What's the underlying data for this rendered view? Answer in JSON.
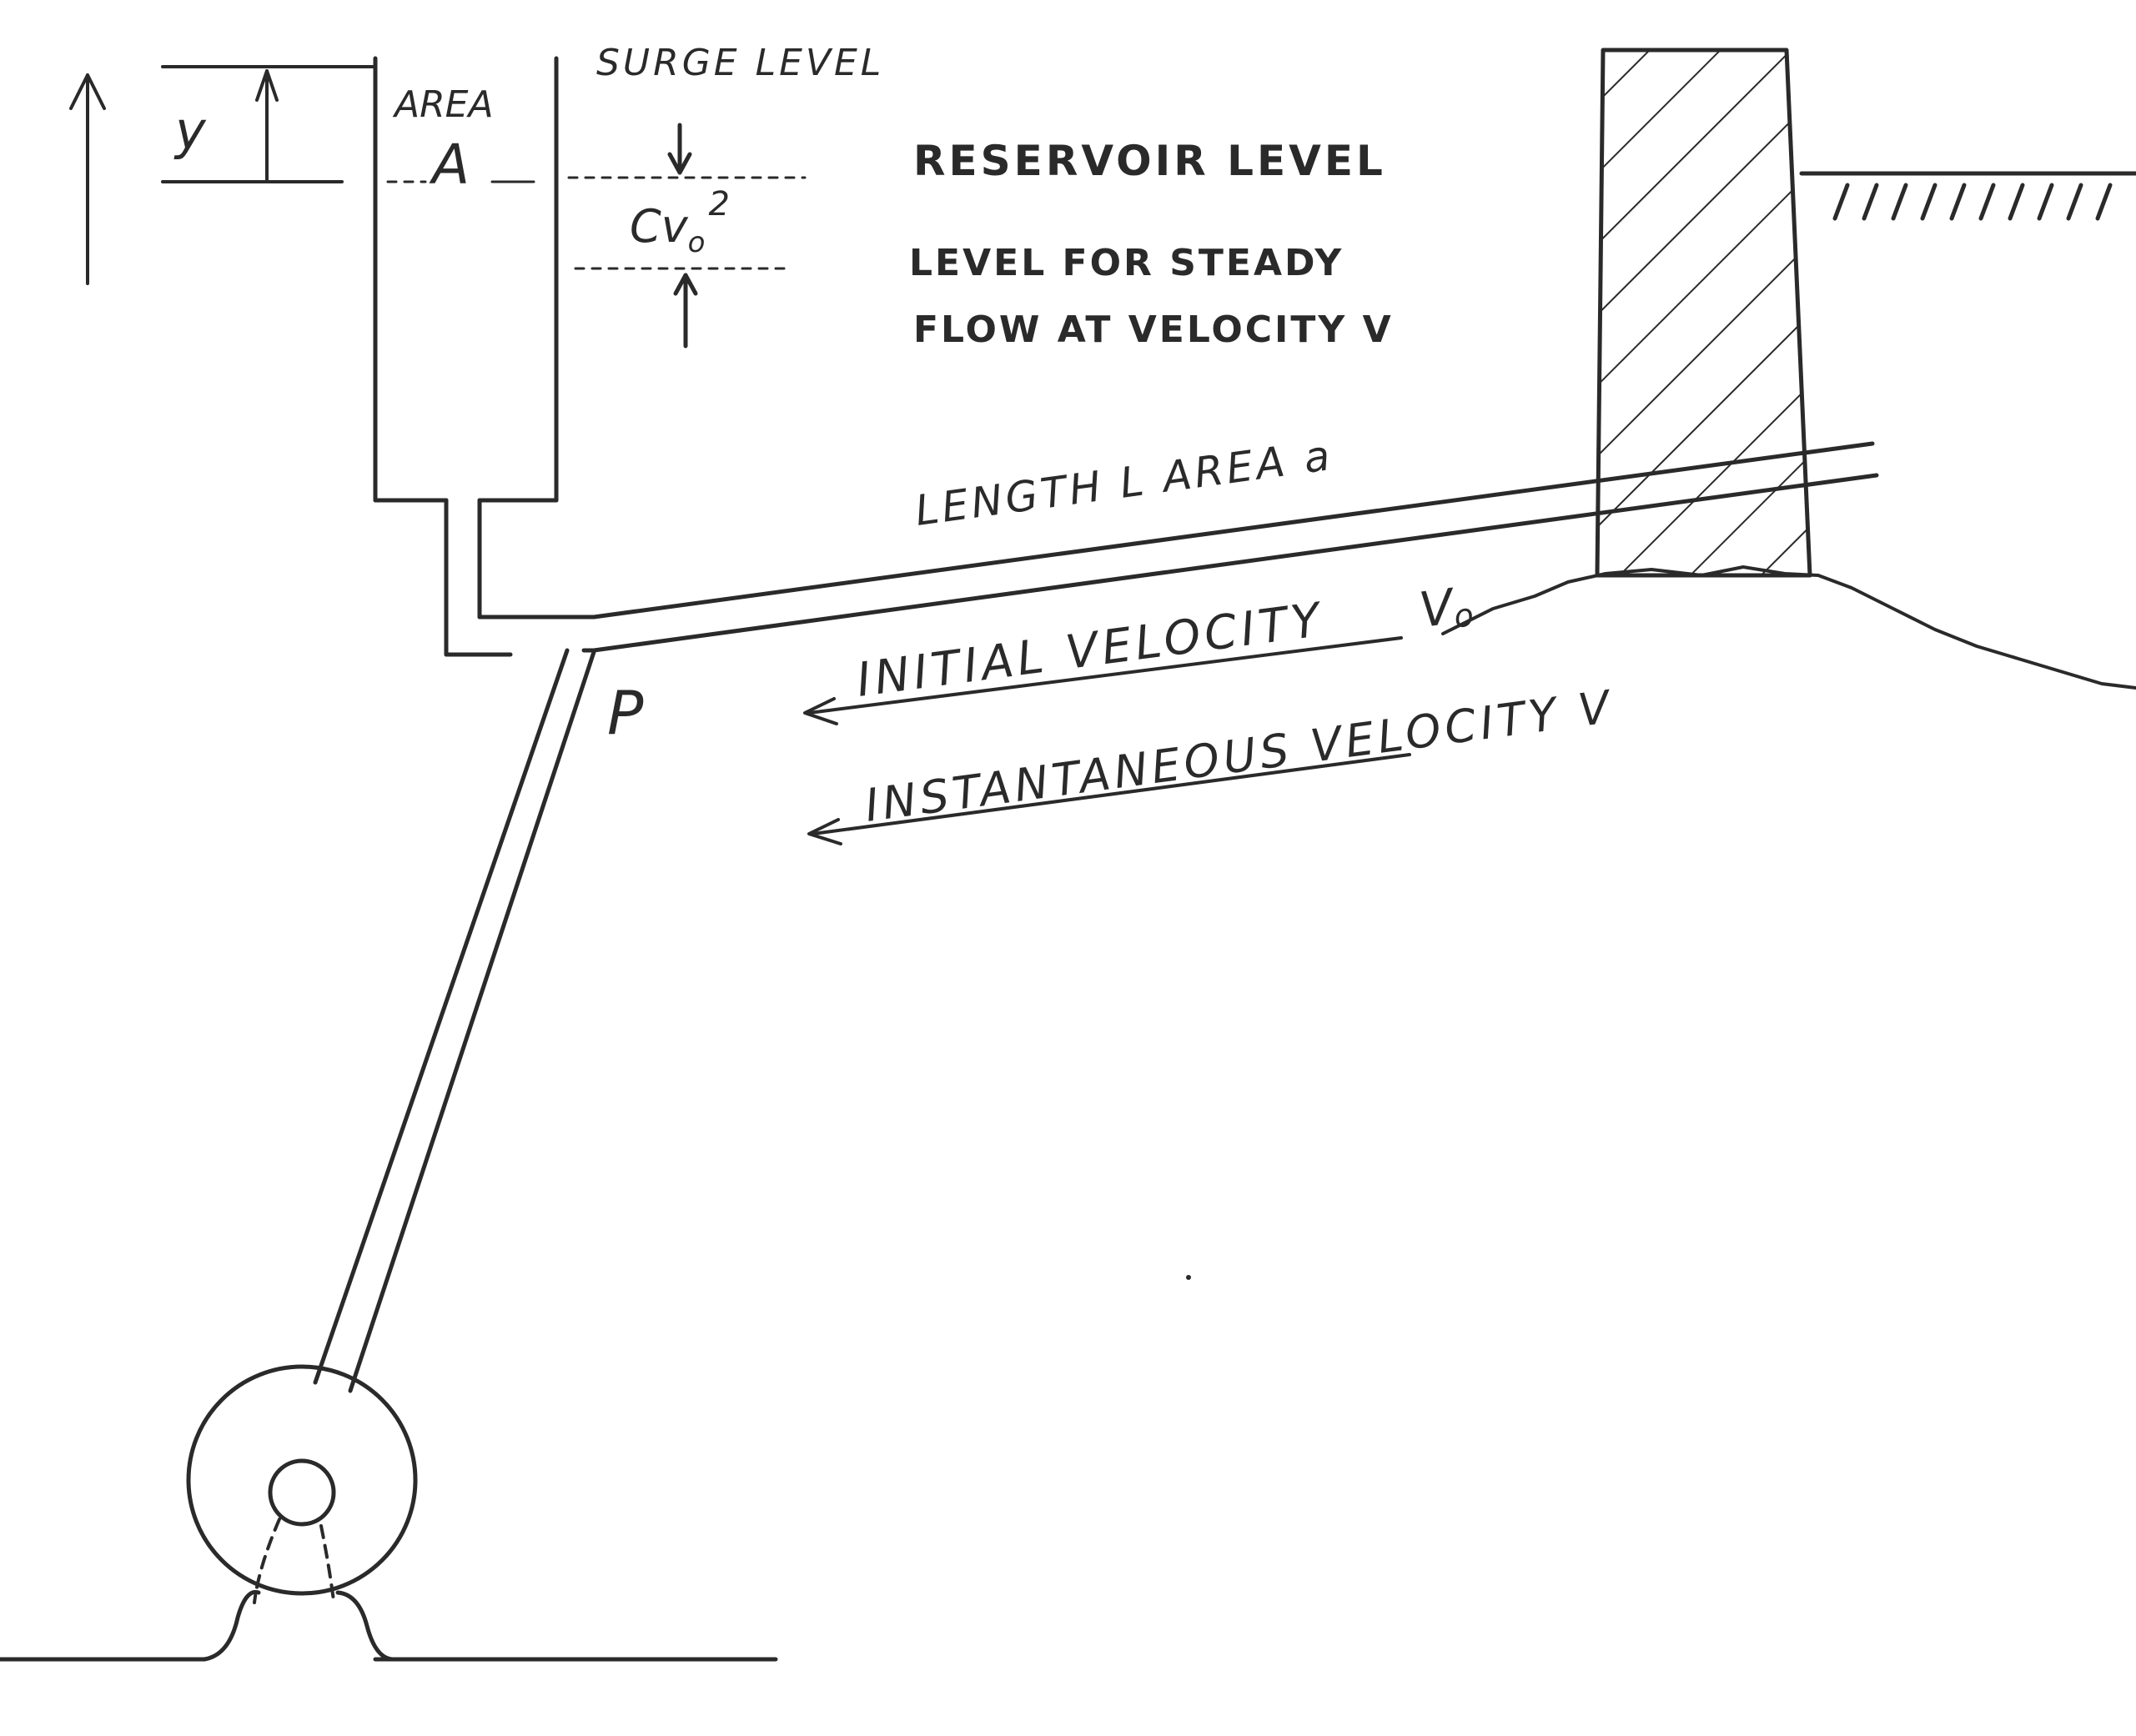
{
  "diagram": {
    "labels": {
      "area_label": "AREA",
      "area_symbol": "A",
      "y_label": "y",
      "surge_level": "SURGE LEVEL",
      "reservoir_level": "RESERVOIR LEVEL",
      "steady_line1": "LEVEL FOR STEADY",
      "steady_line2": "FLOW AT VELOCITY V",
      "cv_base": "Cv",
      "cv_sub": "o",
      "cv_sup": "2",
      "pipe_label": "LENGTH L AREA a",
      "initial_velocity": "INITIAL VELOCITY",
      "v0_base": "V",
      "v0_sub": "o",
      "instantaneous_velocity": "INSTANTANEOUS VELOCITY V",
      "junction_label": "P"
    },
    "colors": {
      "ink": "#2a2a2a",
      "background": "#ffffff"
    }
  }
}
